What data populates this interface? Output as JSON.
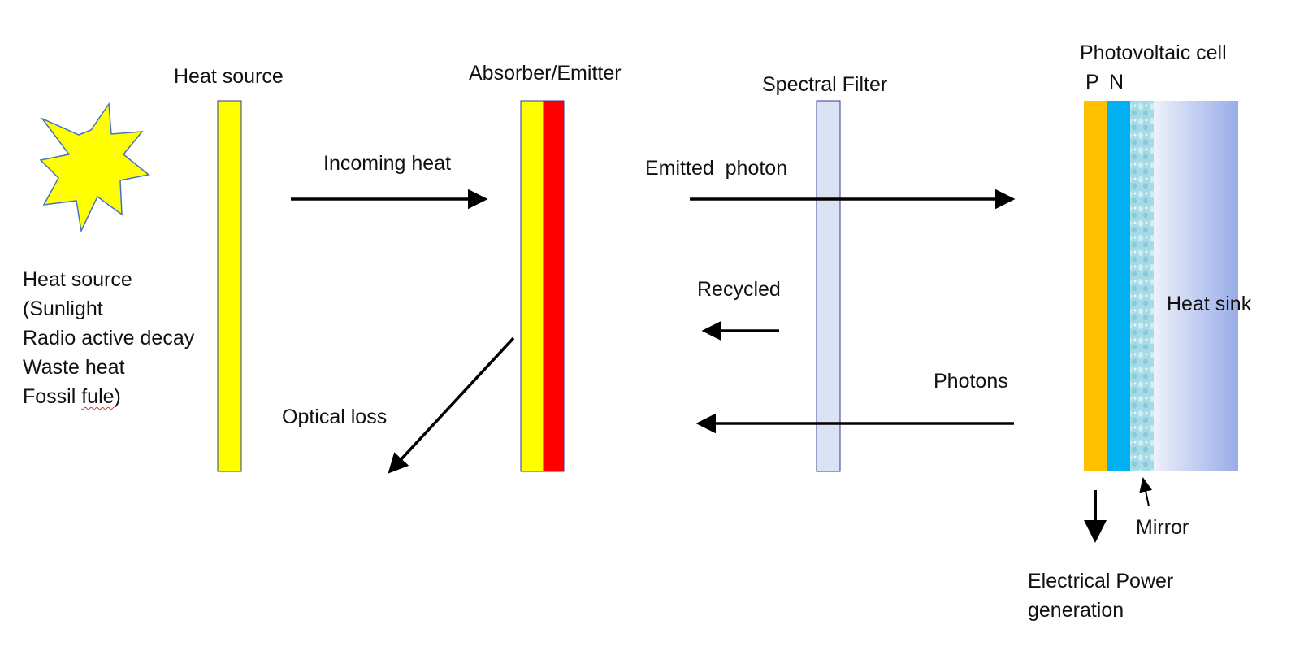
{
  "labels": {
    "heat_source_title": "Heat source",
    "absorber_emitter": "Absorber/Emitter",
    "spectral_filter": "Spectral Filter",
    "photovoltaic_cell": "Photovoltaic cell",
    "p_layer": "P",
    "n_layer": "N",
    "incoming_heat": "Incoming heat",
    "emitted_photon": "Emitted  photon",
    "recycled": "Recycled",
    "photons": "Photons",
    "optical_loss": "Optical loss",
    "heat_sink": "Heat sink",
    "mirror": "Mirror",
    "electrical_power_line1": "Electrical Power",
    "electrical_power_line2": "generation"
  },
  "heat_source_list": {
    "line1": "Heat source",
    "line2": "(Sunlight",
    "line3": "Radio active decay",
    "line4": "Waste heat",
    "line5_prefix": "Fossil ",
    "line5_misspelled": "fule",
    "line5_suffix": ")"
  },
  "colors": {
    "heat_source_bar": "#ffff00",
    "absorber_side": "#ffff00",
    "emitter_side": "#ff0000",
    "filter": "#dae3f3",
    "p_layer": "#ffc000",
    "n_layer": "#00b0f0",
    "mirror": "#a9dde8",
    "heat_sink_light": "#e8ecf8",
    "heat_sink_dark": "#9aaee8",
    "sun": "#ffff00",
    "sun_outline": "#4472c4",
    "bar_outline": "#2f3b8f",
    "arrow": "#000000"
  },
  "icons": {
    "sun": "sun-burst-icon"
  }
}
